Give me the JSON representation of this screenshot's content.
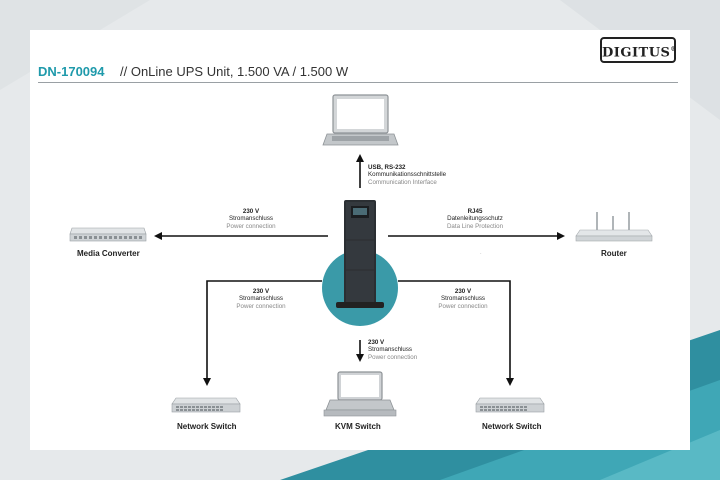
{
  "header": {
    "model": "DN-170094",
    "title": "//  OnLine UPS Unit, 1.500 VA / 1.500 W",
    "logo": "DIGITUS"
  },
  "connections": {
    "top": {
      "l1": "USB, RS-232",
      "l2": "Kommunikationsschnittstelle",
      "l3": "Communication Interface"
    },
    "left": {
      "l1": "230 V",
      "l2": "Stromanschluss",
      "l3": "Power connection"
    },
    "right": {
      "l1": "RJ45",
      "l2": "Datenleitungsschutz",
      "l3": "Data Line Protection"
    },
    "lower_left": {
      "l1": "230 V",
      "l2": "Stromanschluss",
      "l3": "Power connection"
    },
    "lower_right": {
      "l1": "230 V",
      "l2": "Stromanschluss",
      "l3": "Power connection"
    },
    "bottom": {
      "l1": "230 V",
      "l2": "Stromanschluss",
      "l3": "Power connection"
    }
  },
  "devices": {
    "media_converter": "Media Converter",
    "router": "Router",
    "network_switch_left": "Network Switch",
    "kvm_switch": "KVM Switch",
    "network_switch_right": "Network Switch"
  },
  "colors": {
    "accent": "#1f9aab",
    "teal_bg": "#3d9fae",
    "ups_circle": "#3a9aa8",
    "ups_body": "#2b2f33"
  }
}
